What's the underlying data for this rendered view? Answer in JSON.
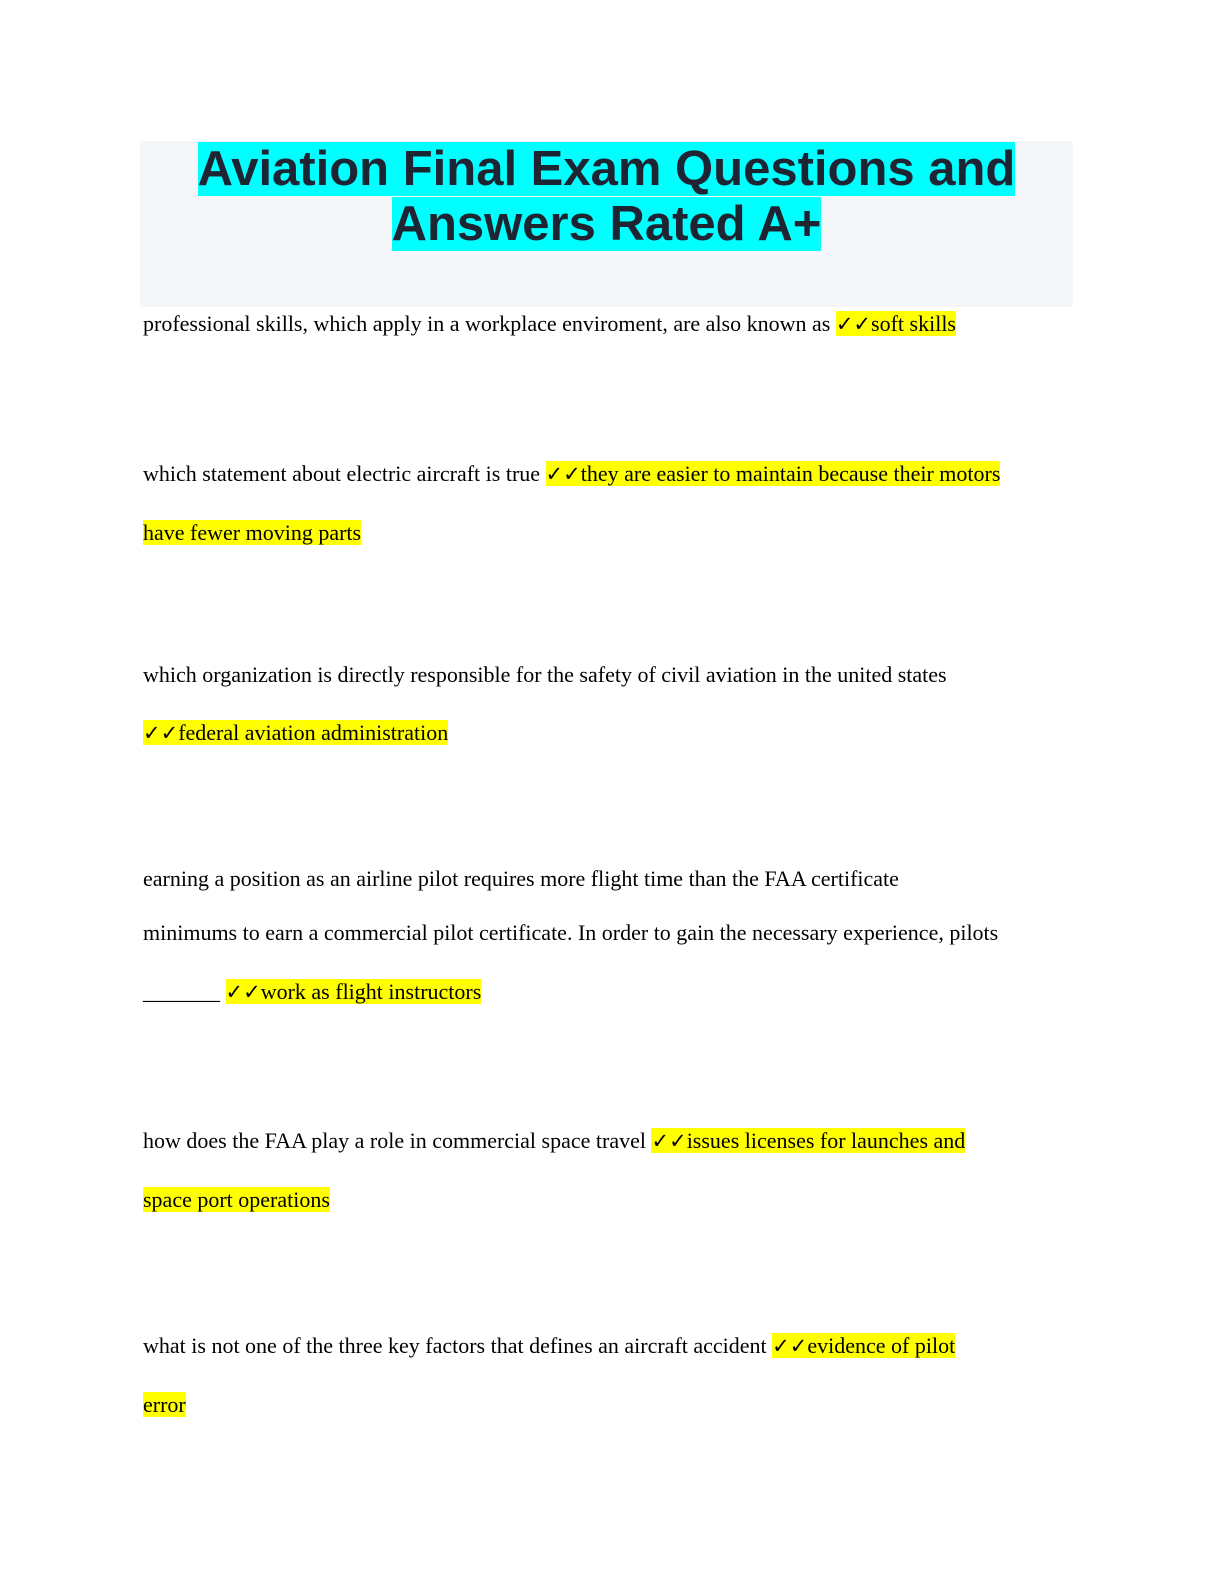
{
  "title": {
    "line1": "Aviation Final Exam Questions and",
    "line2": "Answers Rated A+"
  },
  "check_mark": "✓✓",
  "items": [
    {
      "question": "professional skills, which apply in a workplace enviroment, are also known as ",
      "answer": "soft skills"
    },
    {
      "question": "which statement about electric aircraft is true ",
      "answer_line1": "they are easier to maintain because their motors",
      "answer_line2": "have fewer moving parts"
    },
    {
      "question": "which organization is directly responsible for the safety of civil aviation in the united states",
      "answer": "federal aviation administration"
    },
    {
      "question_line1": "earning a position as an airline pilot requires more flight time than the FAA certificate",
      "question_line2": "minimums to earn a commercial pilot certificate. In order to gain the necessary experience, pilots",
      "question_line3": "_______ ",
      "answer": "work as flight instructors"
    },
    {
      "question": "how does the FAA play a role in commercial space travel ",
      "answer_line1": "issues licenses for launches and",
      "answer_line2": "space port operations"
    },
    {
      "question": "what is not one of the three key factors that defines an aircraft accident ",
      "answer_line1": "evidence of pilot",
      "answer_line2": "error"
    }
  ]
}
